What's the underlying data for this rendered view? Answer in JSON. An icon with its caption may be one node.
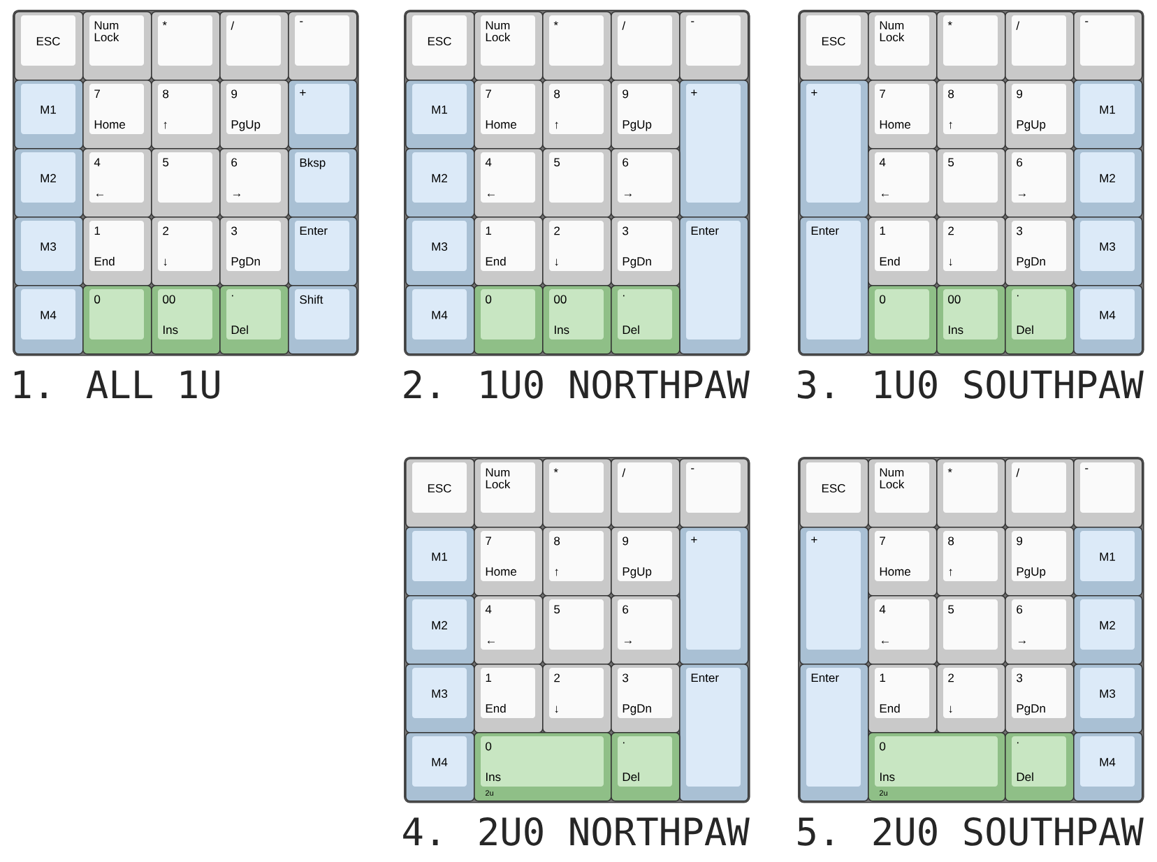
{
  "diagram": {
    "nodes": [
      {
        "text": [
          "1. ALL 1U"
        ]
      },
      {
        "text": [
          "ESC"
        ],
        "in": 0
      },
      {
        "text": [
          "Num Lock"
        ],
        "in": 0
      },
      {
        "text": [
          "*"
        ],
        "in": 0
      },
      {
        "text": [
          "/"
        ],
        "in": 0
      },
      {
        "text": [
          "-"
        ],
        "in": 0
      },
      {
        "text": [
          "M1"
        ],
        "in": 0
      },
      {
        "text": [
          "7",
          "Home"
        ],
        "in": 0
      },
      {
        "text": [
          "8",
          "↑"
        ],
        "in": 0
      },
      {
        "text": [
          "9",
          "PgUp"
        ],
        "in": 0
      },
      {
        "text": [
          "+"
        ],
        "in": 0
      },
      {
        "text": [
          "M2"
        ],
        "in": 0
      },
      {
        "text": [
          "4",
          "←"
        ],
        "in": 0
      },
      {
        "text": [
          "5"
        ],
        "in": 0
      },
      {
        "text": [
          "6",
          "→"
        ],
        "in": 0
      },
      {
        "text": [
          "Bksp"
        ],
        "in": 0
      },
      {
        "text": [
          "M3"
        ],
        "in": 0
      },
      {
        "text": [
          "1",
          "End"
        ],
        "in": 0
      },
      {
        "text": [
          "2",
          "↓"
        ],
        "in": 0
      },
      {
        "text": [
          "3",
          "PgDn"
        ],
        "in": 0
      },
      {
        "text": [
          "Enter"
        ],
        "in": 0
      },
      {
        "text": [
          "M4"
        ],
        "in": 0
      },
      {
        "text": [
          "0"
        ],
        "in": 0
      },
      {
        "text": [
          "00",
          "Ins"
        ],
        "in": 0
      },
      {
        "text": [
          ".",
          "Del"
        ],
        "in": 0
      },
      {
        "text": [
          "Shift"
        ],
        "in": 0
      },
      {
        "text": [
          "2. 1U0 NORTHPAW"
        ]
      },
      {
        "text": [
          "ESC"
        ],
        "in": 26
      },
      {
        "text": [
          "Num Lock"
        ],
        "in": 26
      },
      {
        "text": [
          "*"
        ],
        "in": 26
      },
      {
        "text": [
          "/"
        ],
        "in": 26
      },
      {
        "text": [
          "-"
        ],
        "in": 26
      },
      {
        "text": [
          "M1"
        ],
        "in": 26
      },
      {
        "text": [
          "7",
          "Home"
        ],
        "in": 26
      },
      {
        "text": [
          "8",
          "↑"
        ],
        "in": 26
      },
      {
        "text": [
          "9",
          "PgUp"
        ],
        "in": 26
      },
      {
        "text": [
          "+"
        ],
        "in": 26
      },
      {
        "text": [
          "M2"
        ],
        "in": 26
      },
      {
        "text": [
          "4",
          "←"
        ],
        "in": 26
      },
      {
        "text": [
          "5"
        ],
        "in": 26
      },
      {
        "text": [
          "6",
          "→"
        ],
        "in": 26
      },
      {
        "text": [
          "M3"
        ],
        "in": 26
      },
      {
        "text": [
          "1",
          "End"
        ],
        "in": 26
      },
      {
        "text": [
          "2",
          "↓"
        ],
        "in": 26
      },
      {
        "text": [
          "3",
          "PgDn"
        ],
        "in": 26
      },
      {
        "text": [
          "Enter"
        ],
        "in": 26
      },
      {
        "text": [
          "M4"
        ],
        "in": 26
      },
      {
        "text": [
          "0"
        ],
        "in": 26
      },
      {
        "text": [
          "00",
          "Ins"
        ],
        "in": 26
      },
      {
        "text": [
          ".",
          "Del"
        ],
        "in": 26
      },
      {
        "text": [
          "3. 1U0 SOUTHPAW"
        ]
      },
      {
        "text": [
          "ESC"
        ],
        "in": 50
      },
      {
        "text": [
          "Num Lock"
        ],
        "in": 50
      },
      {
        "text": [
          "*"
        ],
        "in": 50
      },
      {
        "text": [
          "/"
        ],
        "in": 50
      },
      {
        "text": [
          "-"
        ],
        "in": 50
      },
      {
        "text": [
          "+"
        ],
        "in": 50
      },
      {
        "text": [
          "7",
          "Home"
        ],
        "in": 50
      },
      {
        "text": [
          "8",
          "↑"
        ],
        "in": 50
      },
      {
        "text": [
          "9",
          "PgUp"
        ],
        "in": 50
      },
      {
        "text": [
          "M1"
        ],
        "in": 50
      },
      {
        "text": [
          "4",
          "←"
        ],
        "in": 50
      },
      {
        "text": [
          "5"
        ],
        "in": 50
      },
      {
        "text": [
          "6",
          "→"
        ],
        "in": 50
      },
      {
        "text": [
          "M2"
        ],
        "in": 50
      },
      {
        "text": [
          "Enter"
        ],
        "in": 50
      },
      {
        "text": [
          "1",
          "End"
        ],
        "in": 50
      },
      {
        "text": [
          "2",
          "↓"
        ],
        "in": 50
      },
      {
        "text": [
          "3",
          "PgDn"
        ],
        "in": 50
      },
      {
        "text": [
          "M3"
        ],
        "in": 50
      },
      {
        "text": [
          "0"
        ],
        "in": 50
      },
      {
        "text": [
          "00",
          "Ins"
        ],
        "in": 50
      },
      {
        "text": [
          ".",
          "Del"
        ],
        "in": 50
      },
      {
        "text": [
          "M4"
        ],
        "in": 50
      },
      {
        "text": [
          "4. 2U0 NORTHPAW"
        ]
      },
      {
        "text": [
          "ESC"
        ],
        "in": 74
      },
      {
        "text": [
          "Num Lock"
        ],
        "in": 74
      },
      {
        "text": [
          "*"
        ],
        "in": 74
      },
      {
        "text": [
          "/"
        ],
        "in": 74
      },
      {
        "text": [
          "-"
        ],
        "in": 74
      },
      {
        "text": [
          "M1"
        ],
        "in": 74
      },
      {
        "text": [
          "7",
          "Home"
        ],
        "in": 74
      },
      {
        "text": [
          "8",
          "↑"
        ],
        "in": 74
      },
      {
        "text": [
          "9",
          "PgUp"
        ],
        "in": 74
      },
      {
        "text": [
          "+"
        ],
        "in": 74
      },
      {
        "text": [
          "M2"
        ],
        "in": 74
      },
      {
        "text": [
          "4",
          "←"
        ],
        "in": 74
      },
      {
        "text": [
          "5"
        ],
        "in": 74
      },
      {
        "text": [
          "6",
          "→"
        ],
        "in": 74
      },
      {
        "text": [
          "M3"
        ],
        "in": 74
      },
      {
        "text": [
          "1",
          "End"
        ],
        "in": 74
      },
      {
        "text": [
          "2",
          "↓"
        ],
        "in": 74
      },
      {
        "text": [
          "3",
          "PgDn"
        ],
        "in": 74
      },
      {
        "text": [
          "Enter"
        ],
        "in": 74
      },
      {
        "text": [
          "M4"
        ],
        "in": 74
      },
      {
        "text": [
          "0",
          "Ins",
          "2u"
        ],
        "in": 74
      },
      {
        "text": [
          ".",
          "Del"
        ],
        "in": 74
      },
      {
        "text": [
          "5. 2U0 SOUTHPAW"
        ]
      },
      {
        "text": [
          "ESC"
        ],
        "in": 97
      },
      {
        "text": [
          "Num Lock"
        ],
        "in": 97
      },
      {
        "text": [
          "*"
        ],
        "in": 97
      },
      {
        "text": [
          "/"
        ],
        "in": 97
      },
      {
        "text": [
          "-"
        ],
        "in": 97
      },
      {
        "text": [
          "+"
        ],
        "in": 97
      },
      {
        "text": [
          "7",
          "Home"
        ],
        "in": 97
      },
      {
        "text": [
          "8",
          "↑"
        ],
        "in": 97
      },
      {
        "text": [
          "9",
          "PgUp"
        ],
        "in": 97
      },
      {
        "text": [
          "M1"
        ],
        "in": 97
      },
      {
        "text": [
          "4",
          "←"
        ],
        "in": 97
      },
      {
        "text": [
          "5"
        ],
        "in": 97
      },
      {
        "text": [
          "6",
          "→"
        ],
        "in": 97
      },
      {
        "text": [
          "M2"
        ],
        "in": 97
      },
      {
        "text": [
          "Enter"
        ],
        "in": 97
      },
      {
        "text": [
          "1",
          "End"
        ],
        "in": 97
      },
      {
        "text": [
          "2",
          "↓"
        ],
        "in": 97
      },
      {
        "text": [
          "3",
          "PgDn"
        ],
        "in": 97
      },
      {
        "text": [
          "M3"
        ],
        "in": 97
      },
      {
        "text": [
          "0",
          "Ins",
          "2u"
        ],
        "in": 97
      },
      {
        "text": [
          ".",
          "Del"
        ],
        "in": 97
      },
      {
        "text": [
          "M4"
        ],
        "in": 97
      }
    ]
  }
}
